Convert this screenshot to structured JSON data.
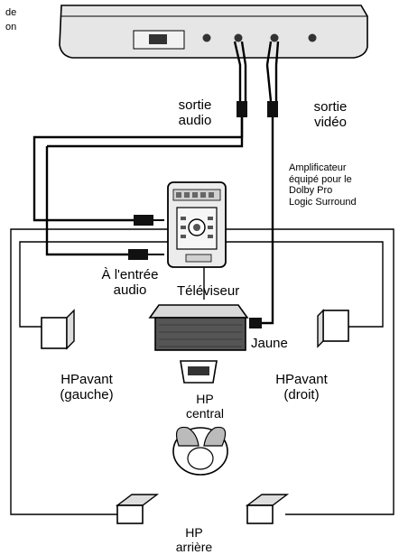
{
  "caption_fragment": {
    "line1": "de",
    "line2": "on"
  },
  "labels": {
    "audio_out": "sortie\naudio",
    "video_out": "sortie\nvidéo",
    "amplifier": "Amplificateur\néquipé pour le\nDolby Pro\nLogic Surround",
    "audio_in": "À l'entrée\naudio",
    "tv": "Téléviseur",
    "yellow": "Jaune",
    "front_left": "HPavant\n(gauche)",
    "front_right": "HPavant\n(droit)",
    "center_speaker": "HP\ncentral",
    "rear_speaker": "HP\narrière"
  },
  "colors": {
    "line": "#000000",
    "device_fill": "#d9d9d9",
    "device_dark": "#6b6b6b",
    "speaker_fill": "#ffffff"
  }
}
